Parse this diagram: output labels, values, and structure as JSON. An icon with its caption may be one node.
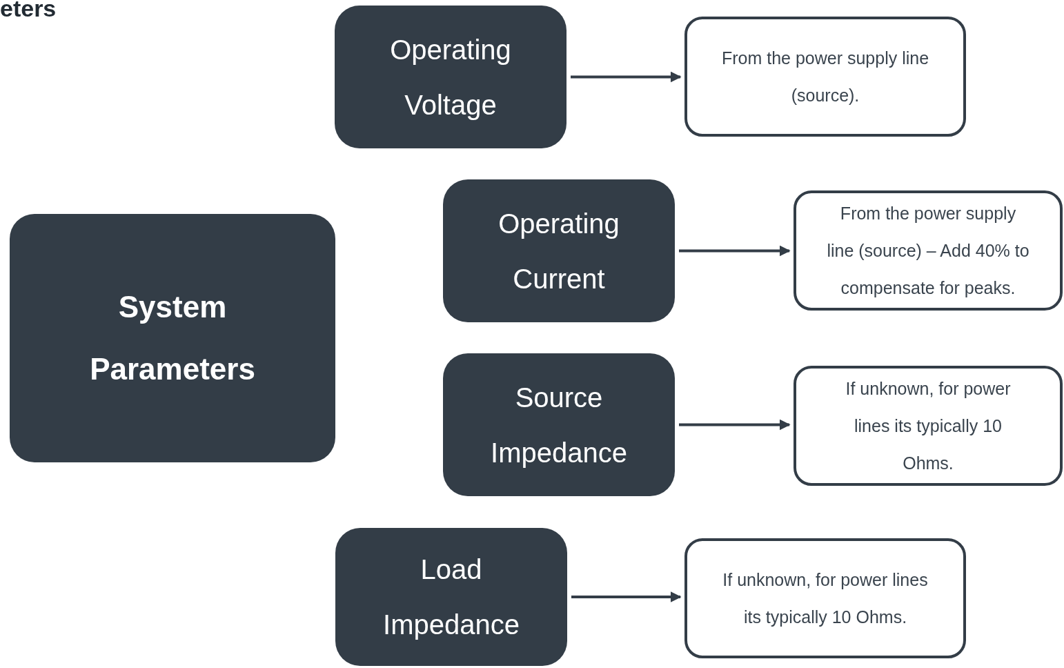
{
  "diagram": {
    "title": "eters",
    "nodes": [
      {
        "text": [
          "System Parameters"
        ]
      },
      {
        "text": [
          "Operating Voltage"
        ]
      },
      {
        "text": [
          "From the power supply line (source)."
        ]
      },
      {
        "text": [
          "Operating Current"
        ]
      },
      {
        "text": [
          "From the power supply line (source) – Add 40% to compensate for peaks."
        ]
      },
      {
        "text": [
          "Source Impedance"
        ]
      },
      {
        "text": [
          "If unknown, for power lines its typically 10 Ohms."
        ]
      },
      {
        "text": [
          "Load Impedance"
        ]
      },
      {
        "text": [
          "If unknown, for power lines its typically 10 Ohms."
        ]
      }
    ],
    "edges": [
      {
        "from": 1,
        "to": 2,
        "arrow": "to"
      },
      {
        "from": 3,
        "to": 4,
        "arrow": "to"
      },
      {
        "from": 5,
        "to": 6,
        "arrow": "to"
      },
      {
        "from": 7,
        "to": 8,
        "arrow": "to"
      }
    ]
  }
}
